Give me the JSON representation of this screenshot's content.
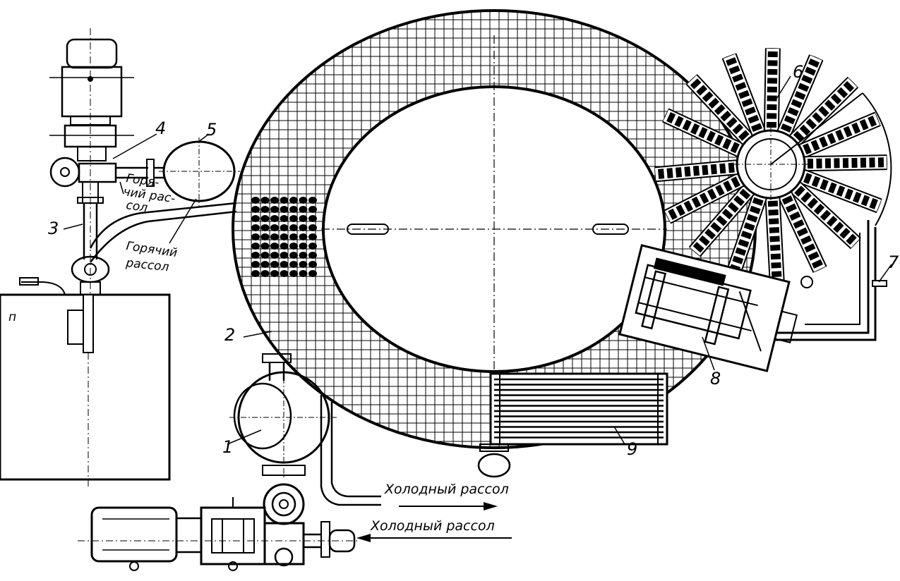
{
  "labels": {
    "n1": "1",
    "n2": "2",
    "n3": "3",
    "n4": "4",
    "n5": "5",
    "n6": "6",
    "n7": "7",
    "n8": "8",
    "n9": "9",
    "tank_mark": "п"
  },
  "notes": {
    "hot_brine_a_l1": "Горя-",
    "hot_brine_a_l2": "чий рас-",
    "hot_brine_a_l3": "сол",
    "hot_brine_b_l1": "Горячий",
    "hot_brine_b_l2": "рассол"
  },
  "flows": {
    "cold_out": "Холодный рассол",
    "cold_in": "Холодный рассол"
  },
  "colors": {
    "ink": "#000000",
    "paper": "#ffffff"
  }
}
